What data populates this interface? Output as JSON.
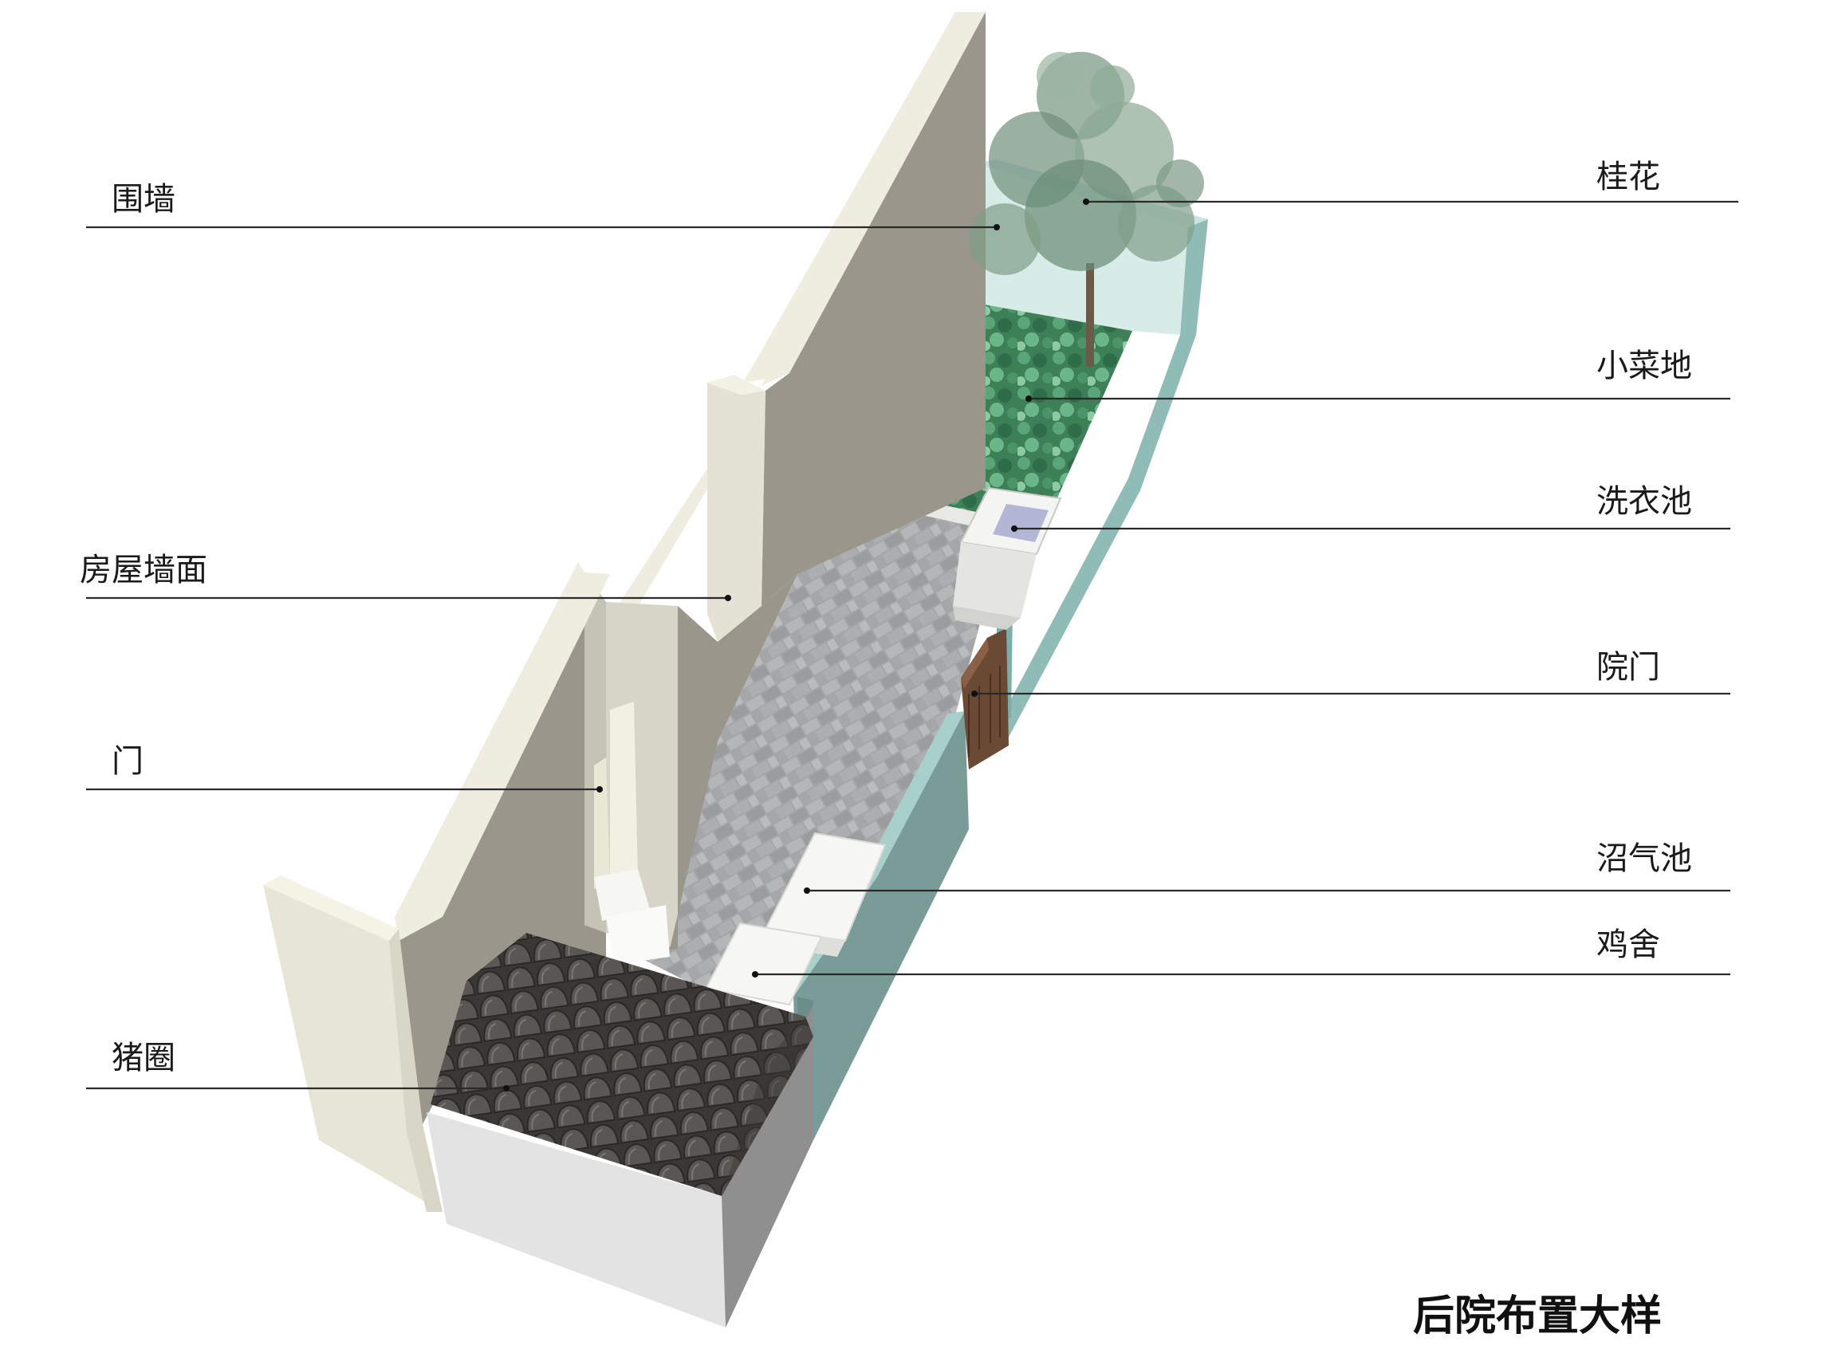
{
  "title": "后院布置大样",
  "labels": {
    "weiqiang": "围墙",
    "fangwu": "房屋墙面",
    "men": "门",
    "zhujuan": "猪圈",
    "guihua": "桂花",
    "caidi": "小菜地",
    "xiyichi": "洗衣池",
    "yuanmen": "院门",
    "zhaoqichi": "沼气池",
    "jishe": "鸡舍"
  },
  "colors": {
    "house_wall": "#9a968c",
    "wall_cap": "#efeddf",
    "boundary_wall": "#8fbcb6",
    "paving": "#a3a5a6",
    "vegetable": "#3f8a5e",
    "roof_tile": "#4a4643",
    "tree": "#7d9b86"
  }
}
